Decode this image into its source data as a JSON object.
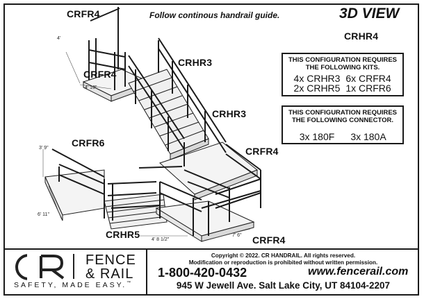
{
  "header": {
    "guide_note": "Follow continous handrail guide.",
    "view_title": "3D VIEW",
    "view_label": "CRHR4"
  },
  "labels": {
    "crfr4_top": "CRFR4",
    "crfr4_left": "CRFR4",
    "crhr3_upper": "CRHR3",
    "crhr3_mid": "CRHR3",
    "crfr4_right": "CRFR4",
    "crfr6": "CRFR6",
    "crhr5": "CRHR5",
    "crfr4_bottom": "CRFR4"
  },
  "dimensions": {
    "d1": "4'",
    "d2": "4' 10\"",
    "d3": "3' 9\"",
    "d4": "6' 11\"",
    "d5": "4' 8 1/2\"",
    "d6": "7' 6\""
  },
  "kits_box": {
    "heading": "THIS CONFIGURATION REQUIRES THE FOLLOWING KITS.",
    "items": [
      "4x CRHR3",
      "6x CRFR4",
      "2x CRHR5",
      "1x CRFR6"
    ]
  },
  "connector_box": {
    "heading": "THIS CONFIGURATION REQUIRES THE FOLLOWING CONNECTOR.",
    "items": [
      "3x 180F",
      "3x 180A"
    ]
  },
  "footer": {
    "logo_letters": "CR",
    "brand_line1": "FENCE",
    "brand_line2": "& RAIL",
    "tagline": "SAFETY, MADE EASY.",
    "trademark": "™",
    "copyright": "Copyright © 2022. CR HANDRAIL. All rights reserved.",
    "notice": "Modification or reproduction is prohibited without written permission.",
    "phone": "1-800-420-0432",
    "website": "www.fencerail.com",
    "address": "945 W Jewell Ave. Salt Lake City, UT 84104-2207"
  }
}
